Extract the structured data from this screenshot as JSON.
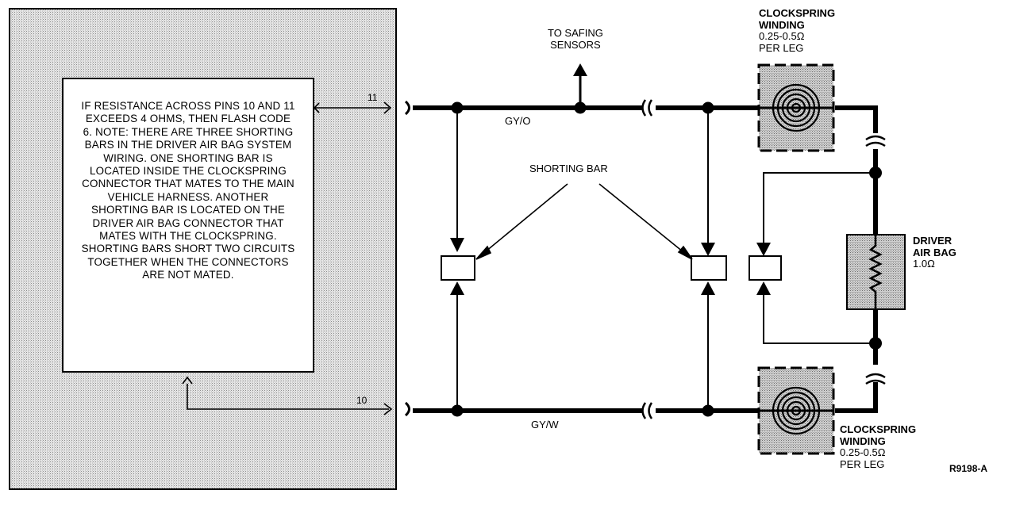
{
  "module_note": "IF RESISTANCE ACROSS PINS 10 AND 11 EXCEEDS 4 OHMS, THEN FLASH CODE 6. NOTE: THERE ARE THREE SHORTING BARS IN THE DRIVER AIR BAG SYSTEM WIRING. ONE SHORTING BAR IS LOCATED INSIDE THE CLOCKSPRING CONNECTOR THAT MATES TO THE MAIN VEHICLE HARNESS. ANOTHER SHORTING BAR IS LOCATED ON THE DRIVER AIR BAG CONNECTOR THAT MATES WITH THE CLOCKSPRING. SHORTING BARS SHORT TWO CIRCUITS TOGETHER WHEN THE CONNECTORS ARE NOT MATED.",
  "pins": {
    "top": "11",
    "bottom": "10"
  },
  "wires": {
    "top": "GY/O",
    "bottom": "GY/W"
  },
  "safing": {
    "line1": "TO SAFING",
    "line2": "SENSORS"
  },
  "shorting_bar_label": "SHORTING BAR",
  "clockspring_top": {
    "line1": "CLOCKSPRING",
    "line2": "WINDING",
    "line3": "0.25-0.5Ω",
    "line4": "PER LEG"
  },
  "clockspring_bottom": {
    "line1": "CLOCKSPRING",
    "line2": "WINDING",
    "line3": "0.25-0.5Ω",
    "line4": "PER LEG"
  },
  "airbag": {
    "line1": "DRIVER",
    "line2": "AIR BAG",
    "line3": "1.0Ω"
  },
  "figure_id": "R9198-A"
}
